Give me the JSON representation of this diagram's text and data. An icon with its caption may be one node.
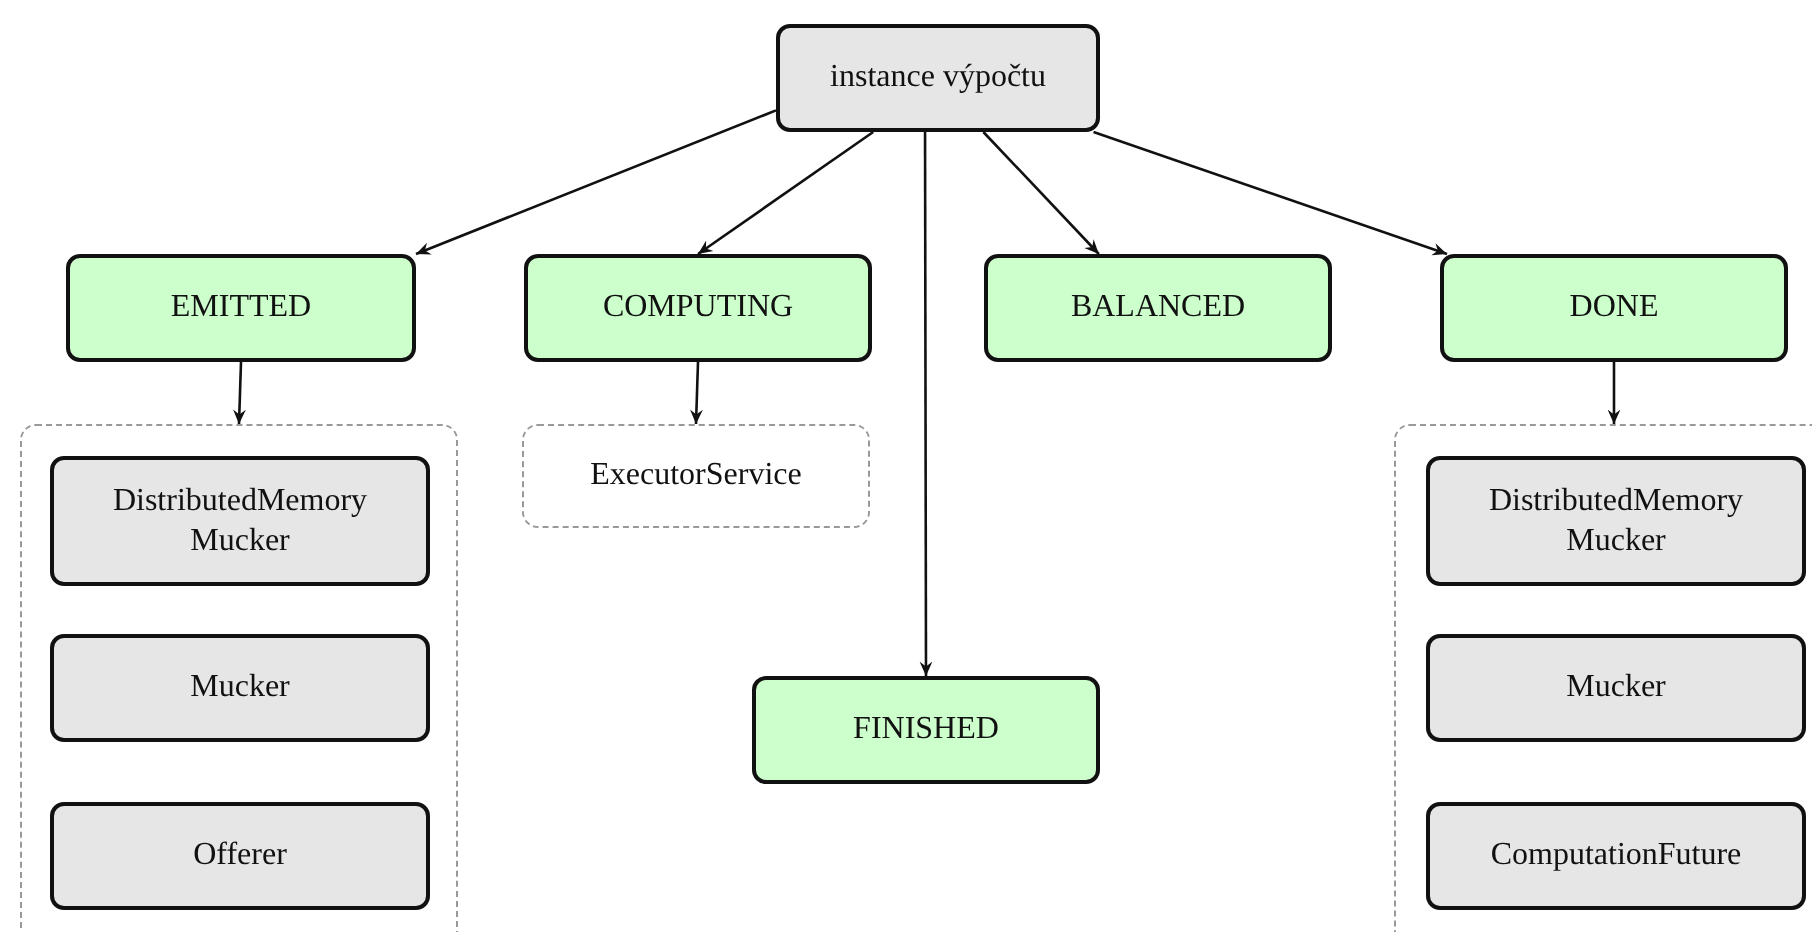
{
  "diagram": {
    "nodes": [
      {
        "text": [
          "instance výpočtu"
        ]
      },
      {
        "text": [
          "EMITTED"
        ]
      },
      {
        "text": [
          "COMPUTING"
        ]
      },
      {
        "text": [
          "BALANCED"
        ]
      },
      {
        "text": [
          "DONE"
        ]
      },
      {
        "text": [],
        "shape": "box"
      },
      {
        "text": [
          "DistributedMemory Mucker"
        ],
        "in": 5
      },
      {
        "text": [
          "Mucker"
        ],
        "in": 5
      },
      {
        "text": [
          "Offerer"
        ],
        "in": 5
      },
      {
        "text": [
          "ExecutorService"
        ]
      },
      {
        "text": [
          "FINISHED"
        ]
      },
      {
        "text": [],
        "shape": "box"
      },
      {
        "text": [
          "DistributedMemory Mucker"
        ],
        "in": 11
      },
      {
        "text": [
          "Mucker"
        ],
        "in": 11
      },
      {
        "text": [
          "ComputationFuture"
        ],
        "in": 11
      }
    ],
    "edges": [
      {
        "from": 0,
        "to": 1,
        "arrow": "to"
      },
      {
        "from": 0,
        "to": 2,
        "arrow": "to"
      },
      {
        "from": 0,
        "to": 10,
        "arrow": "to"
      },
      {
        "from": 0,
        "to": 3,
        "arrow": "to"
      },
      {
        "from": 0,
        "to": 4,
        "arrow": "to"
      },
      {
        "from": 1,
        "to": 5,
        "arrow": "to"
      },
      {
        "from": 2,
        "to": 9,
        "arrow": "to"
      },
      {
        "from": 4,
        "to": 11,
        "arrow": "to"
      }
    ]
  }
}
